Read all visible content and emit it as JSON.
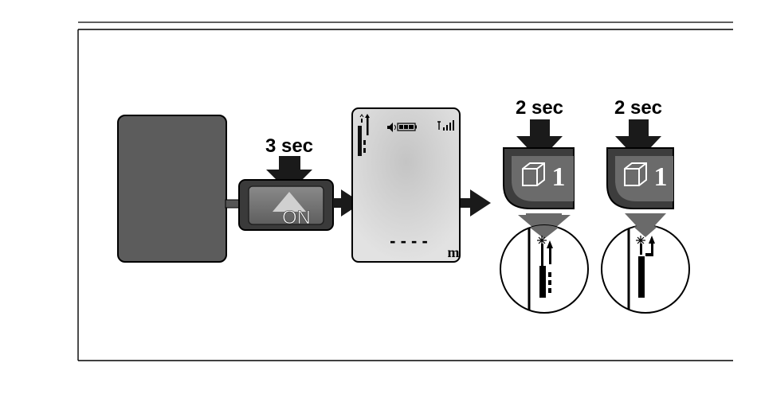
{
  "steps": {
    "on_button": {
      "duration": "3 sec",
      "label": "ON"
    },
    "display": {
      "dashes": "- - - -",
      "unit": "m"
    },
    "mode_a": {
      "duration": "2 sec",
      "key_symbol": "1"
    },
    "mode_b": {
      "duration": "2 sec",
      "key_symbol": "1"
    }
  },
  "colors": {
    "device_body": "#5c5c5c",
    "key_face": "#6b6b6b",
    "display_bg": "#cfcfcf",
    "arrow": "#1a1a1a",
    "zoom_arrow": "#6a6a6a"
  },
  "icons": [
    "push-arrow-icon",
    "flow-arrow-icon",
    "cube-icon",
    "laser-icon",
    "volume-icon",
    "battery-icon",
    "signal-icon"
  ]
}
